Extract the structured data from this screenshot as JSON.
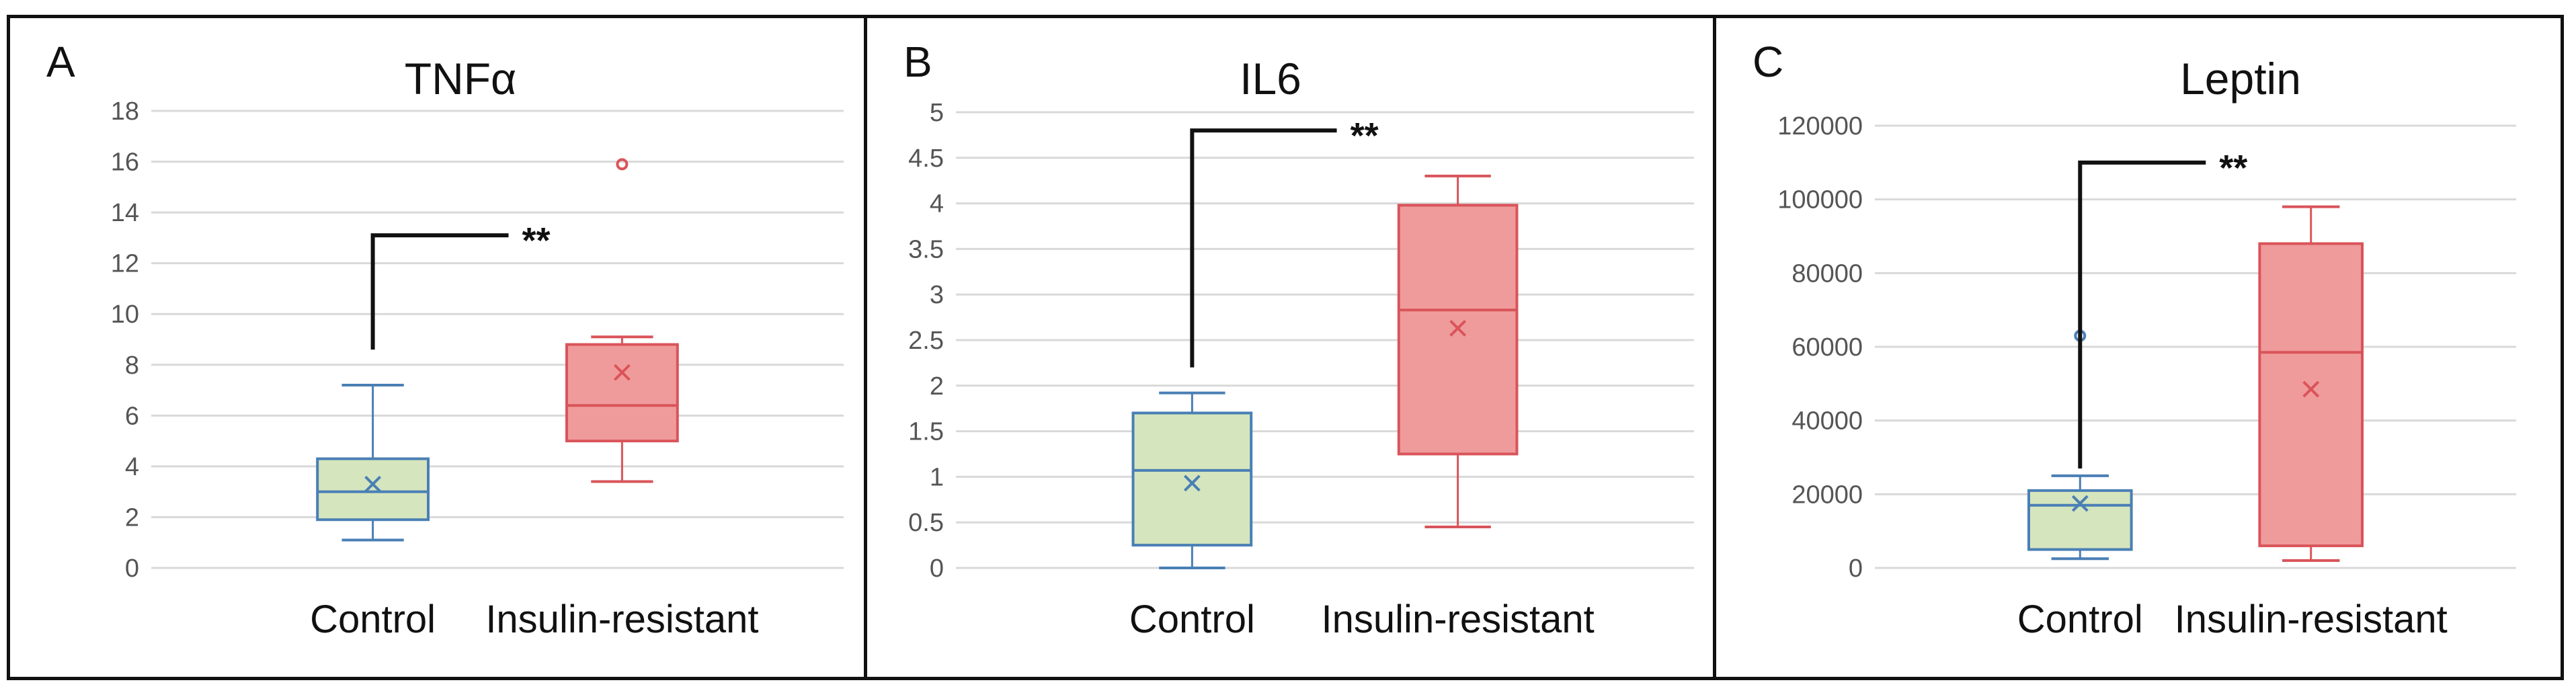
{
  "chart_data": [
    {
      "panel": "A",
      "type": "box",
      "title": "TNFα",
      "categories": [
        "Control",
        "Insulin-resistant"
      ],
      "ylim": [
        0,
        18
      ],
      "yticks": [
        0,
        2,
        4,
        6,
        8,
        10,
        12,
        14,
        16,
        18
      ],
      "grid": true,
      "series": [
        {
          "category": "Control",
          "color": "#4a7fb5",
          "fill": "#d5e5bd",
          "min": 1.1,
          "q1": 1.9,
          "median": 3.0,
          "q3": 4.3,
          "max": 7.2,
          "mean": 3.3,
          "outliers": []
        },
        {
          "category": "Insulin-resistant",
          "color": "#d9545a",
          "fill": "#f09b9b",
          "min": 3.4,
          "q1": 5.0,
          "median": 6.4,
          "q3": 8.8,
          "max": 9.1,
          "mean": 7.7,
          "outliers": [
            15.9
          ]
        }
      ],
      "significance": {
        "label": "**",
        "bar_y": 13.1,
        "drop_y": 8.6
      }
    },
    {
      "panel": "B",
      "type": "box",
      "title": "IL6",
      "categories": [
        "Control",
        "Insulin-resistant"
      ],
      "ylim": [
        0,
        5
      ],
      "yticks": [
        0,
        0.5,
        1,
        1.5,
        2,
        2.5,
        3,
        3.5,
        4,
        4.5,
        5
      ],
      "grid": true,
      "series": [
        {
          "category": "Control",
          "color": "#4a7fb5",
          "fill": "#d5e5bd",
          "min": 0.0,
          "q1": 0.25,
          "median": 1.07,
          "q3": 1.7,
          "max": 1.92,
          "mean": 0.93,
          "outliers": []
        },
        {
          "category": "Insulin-resistant",
          "color": "#d9545a",
          "fill": "#f09b9b",
          "min": 0.45,
          "q1": 1.25,
          "median": 2.83,
          "q3": 3.98,
          "max": 4.3,
          "mean": 2.63,
          "outliers": []
        }
      ],
      "significance": {
        "label": "**",
        "bar_y": 4.8,
        "drop_y": 2.2
      }
    },
    {
      "panel": "C",
      "type": "box",
      "title": "Leptin",
      "categories": [
        "Control",
        "Insulin-resistant"
      ],
      "ylim": [
        0,
        120000
      ],
      "yticks": [
        0,
        20000,
        40000,
        60000,
        80000,
        100000,
        120000
      ],
      "grid": true,
      "series": [
        {
          "category": "Control",
          "color": "#4a7fb5",
          "fill": "#d5e5bd",
          "min": 2500,
          "q1": 5000,
          "median": 17000,
          "q3": 21000,
          "max": 25000,
          "mean": 17500,
          "outliers": [
            63000
          ]
        },
        {
          "category": "Insulin-resistant",
          "color": "#d9545a",
          "fill": "#f09b9b",
          "min": 2000,
          "q1": 6000,
          "median": 58500,
          "q3": 88000,
          "max": 98000,
          "mean": 48500,
          "outliers": []
        }
      ],
      "significance": {
        "label": "**",
        "bar_y": 110000,
        "drop_y": 27000
      }
    }
  ]
}
